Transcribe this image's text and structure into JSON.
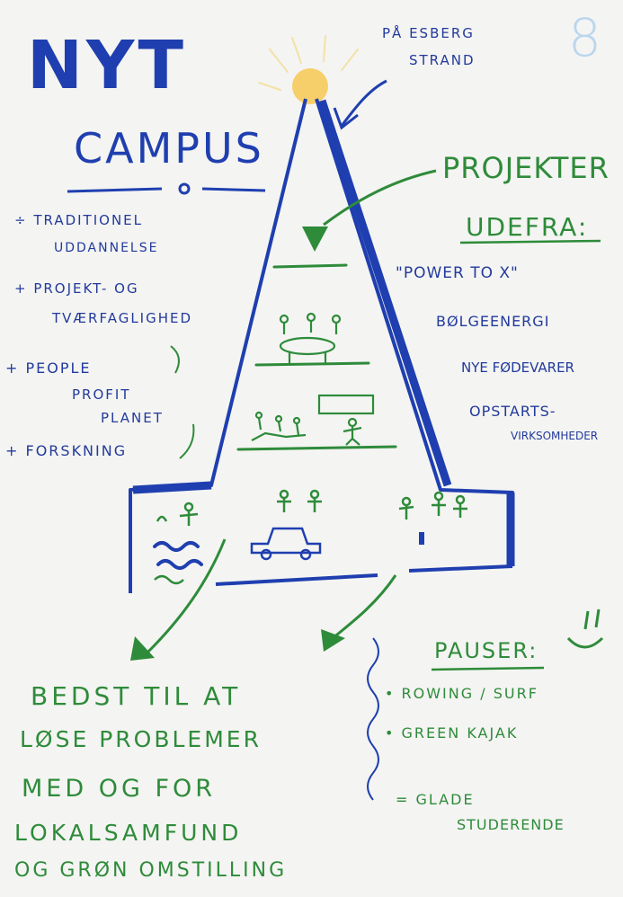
{
  "page_number": "8",
  "title": {
    "line1": "NYT",
    "line2": "CAMPUS"
  },
  "sun_label": {
    "line1": "PÅ ESBERG",
    "line2": "STRAND"
  },
  "left_list": [
    "÷ TRADITIONEL",
    "UDDANNELSE",
    "+ PROJEKT- OG",
    "TVÆRFAGLIGHED",
    "+ PEOPLE",
    "PROFIT",
    "PLANET",
    "+ FORSKNING"
  ],
  "projects": {
    "heading1": "PROJEKTER",
    "heading2": "UDEFRA:",
    "items": [
      "\"POWER TO X\"",
      "BØLGEENERGI",
      "NYE FØDEVARER",
      "OPSTARTS-",
      "VIRKSOMHEDER"
    ]
  },
  "bottom_left": [
    "BEDST TIL AT",
    "LØSE PROBLEMER",
    "MED OG FOR",
    "LOKALSAMFUND",
    "OG GRØN OMSTILLING"
  ],
  "pauses": {
    "heading": "PAUSER:",
    "items": [
      "• ROWING / SURF",
      "• GREEN KAJAK"
    ],
    "result1": "= GLADE",
    "result2": "STUDERENDE"
  },
  "colors": {
    "blue": "#1f3fb0",
    "green": "#2e8b3a",
    "sun": "#f7cf6a",
    "page_number": "#b9d6ee"
  }
}
